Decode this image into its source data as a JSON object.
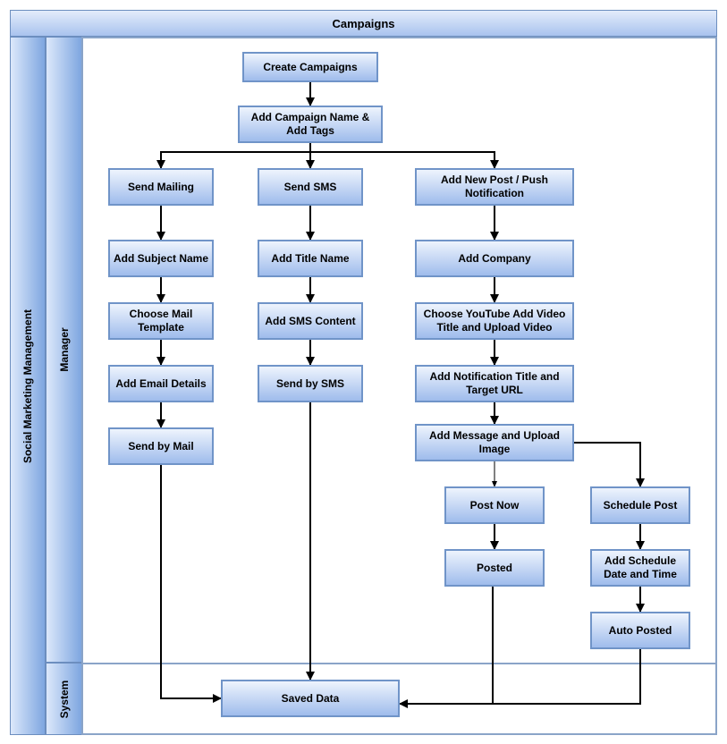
{
  "pool": {
    "title": "Campaigns"
  },
  "lanes": {
    "outer": "Social Marketing Management",
    "manager": "Manager",
    "system": "System"
  },
  "nodes": {
    "create_campaigns": "Create Campaigns",
    "add_campaign_name": "Add Campaign Name & Add Tags",
    "send_mailing": "Send Mailing",
    "send_sms": "Send SMS",
    "add_new_post": "Add New Post / Push Notification",
    "add_subject_name": "Add Subject Name",
    "add_title_name": "Add Title Name",
    "add_company": "Add Company",
    "choose_mail_template": "Choose Mail Template",
    "add_sms_content": "Add SMS Content",
    "choose_youtube": "Choose YouTube Add Video Title and Upload Video",
    "add_email_details": "Add Email Details",
    "send_by_sms": "Send by SMS",
    "add_notification_title": "Add Notification Title and Target URL",
    "send_by_mail": "Send by Mail",
    "add_message_upload": "Add Message and Upload Image",
    "post_now": "Post Now",
    "schedule_post": "Schedule Post",
    "posted": "Posted",
    "add_schedule_date": "Add Schedule Date and Time",
    "auto_posted": "Auto Posted",
    "saved_data": "Saved Data"
  },
  "colors": {
    "lane_border": "#6c8ebf",
    "box_fill_top": "#eef4fd",
    "box_fill_bottom": "#9fbcec",
    "edge": "#000000"
  }
}
